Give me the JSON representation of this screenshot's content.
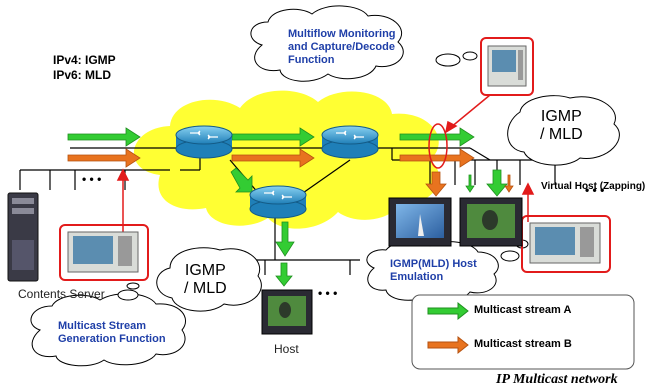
{
  "protocols": {
    "ipv4": "IPv4: IGMP",
    "ipv6": "IPv6: MLD"
  },
  "callouts": {
    "monitoring": "Multiflow Monitoring\nand Capture/Decode\nFunction",
    "generation": "Multicast Stream\nGeneration Function",
    "host_emulation": "IGMP(MLD) Host\nEmulation"
  },
  "protocol_bubbles": {
    "upper": "IGMP\n/ MLD",
    "lower": "IGMP\n/ MLD"
  },
  "labels": {
    "contents_server": "Contents Server",
    "host": "Host",
    "virtual_host": "Virtual Host (Zapping)",
    "ellipsis": "• • •",
    "caption": "IP Multicast network"
  },
  "legend": [
    {
      "label": "Multicast stream A",
      "color": "#33cc33"
    },
    {
      "label": "Multicast stream B",
      "color": "#e8731f"
    }
  ],
  "colors": {
    "cloud": "#ffff33",
    "router": "#3ba6d8",
    "highlight": "#e21b1b"
  }
}
